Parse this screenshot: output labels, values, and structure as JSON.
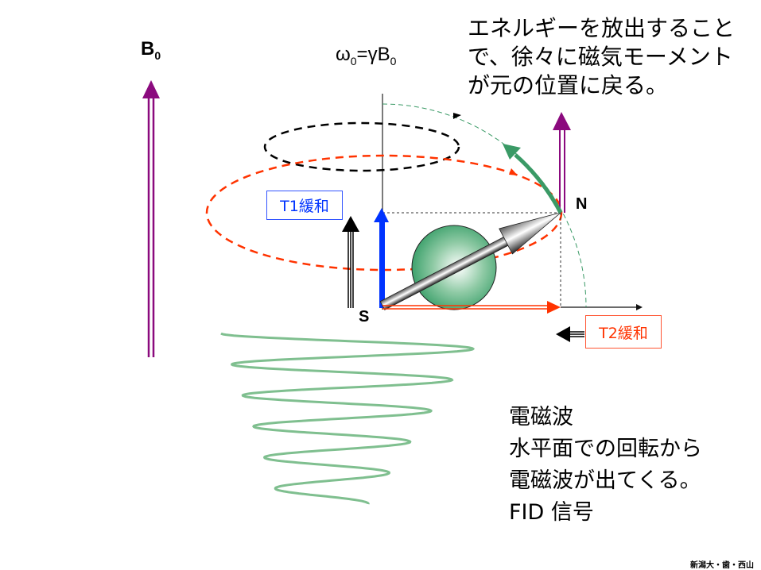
{
  "labels": {
    "b0": "B",
    "b0_sub": "0",
    "omega": "ω",
    "omega_sub": "0",
    "omega_eq": "=γB",
    "omega_sub2": "0",
    "s_pole": "S",
    "n_pole": "N",
    "t1": "T1緩和",
    "t2": "T2緩和"
  },
  "top_note": [
    "エネルギーを放出すること",
    "で、徐々に磁気モーメント",
    "が元の位置に戻る。"
  ],
  "bottom_note": [
    "電磁波",
    "水平面での回転から",
    "電磁波が出てくる。",
    "FID 信号"
  ],
  "footer": "新潟大・歯・西山",
  "colors": {
    "purple": "#8b0a7e",
    "blue": "#0033ff",
    "red": "#ff3300",
    "green": "#3a9a66",
    "wave": "#7fbf8f"
  }
}
